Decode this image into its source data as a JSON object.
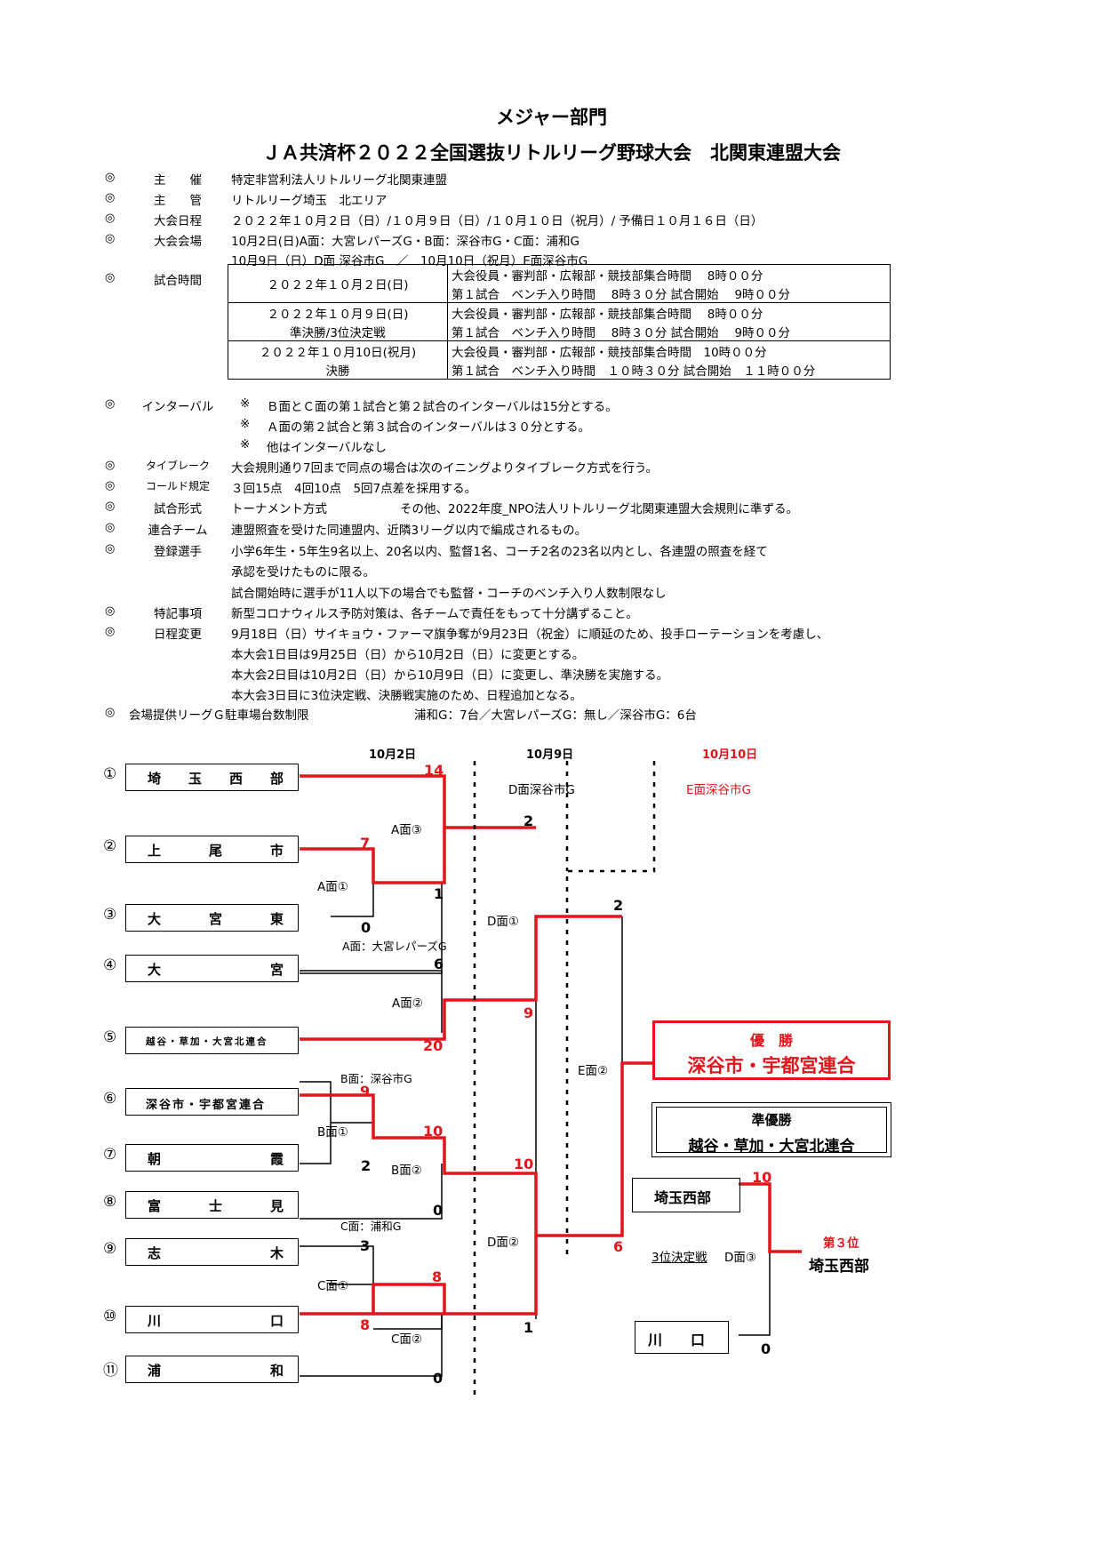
{
  "header": {
    "title": "メジャー部門",
    "subtitle": "ＪＡ共済杯２０２２全国選抜リトルリーグ野球大会　北関東連盟大会"
  },
  "info": {
    "mark": "◎",
    "note_mark": "※",
    "host_label": "主　　催",
    "host": "特定非営利法人リトルリーグ北関東連盟",
    "org_label": "主　　管",
    "org": "リトルリーグ埼玉　北エリア",
    "dates_label": "大会日程",
    "dates": "２０２２年１０月２日（日）/１０月９日（日）/１０月１０日（祝月）/ 予備日１０月１６日（日）",
    "venue_label": "大会会場",
    "venue1": "10月2日(日)A面：大宮レパーズG・B面：深谷市G・C面：浦和G",
    "venue2": "10月9日（日）D面 深谷市G　／　10月10日（祝月）E面深谷市G",
    "time_label": "試合時間",
    "interval_label": "インターバル",
    "interval1": "Ｂ面とＣ面の第１試合と第２試合のインターバルは15分とする。",
    "interval2": "Ａ面の第２試合と第３試合のインターバルは３０分とする。",
    "interval3": "他はインターバルなし",
    "tiebreak_label": "タイブレーク",
    "tiebreak": "大会規則通り7回まで同点の場合は次のイニングよりタイブレーク方式を行う。",
    "called_label": "コールド規定",
    "called": "３回15点　4回10点　5回7点差を採用する。",
    "format_label": "試合形式",
    "format1": "トーナメント方式",
    "format2": "その他、2022年度_NPO法人リトルリーグ北関東連盟大会規則に準ずる。",
    "joint_label": "連合チーム",
    "joint": "連盟照査を受けた同連盟内、近隣3リーグ以内で編成されるもの。",
    "reg_label": "登録選手",
    "reg1": "小学6年生・5年生9名以上、20名以内、監督1名、コーチ2名の23名以内とし、各連盟の照査を経て",
    "reg2": "承認を受けたものに限る。",
    "reg3": "試合開始時に選手が11人以下の場合でも監督・コーチのベンチ入り人数制限なし",
    "special_label": "特記事項",
    "special": "新型コロナウィルス予防対策は、各チームで責任をもって十分講ずること。",
    "change_label": "日程変更",
    "change1": "9月18日（日）サイキョウ・ファーマ旗争奪が9月23日（祝金）に順延のため、投手ローテーションを考慮し、",
    "change2": "本大会1日目は9月25日（日）から10月2日（日）に変更とする。",
    "change3": "本大会2日目は10月2日（日）から10月9日（日）に変更し、準決勝を実施する。",
    "change4": "本大会3日目に3位決定戦、決勝戦実施のため、日程追加となる。",
    "parking_label": "会場提供リーグＧ駐車場台数制限",
    "parking": "浦和G：7台／大宮レパーズG：無し／深谷市G：6台"
  },
  "schedule": [
    {
      "date": "２０２２年１０月２日(日)",
      "sub": "",
      "line1": "大会役員・審判部・広報部・競技部集合時間　 8時００分",
      "line2": "第１試合　ベンチ入り時間　 8時３０分  試合開始　 9時００分"
    },
    {
      "date": "２０２２年１０月９日(日)",
      "sub": "準決勝/3位決定戦",
      "line1": "大会役員・審判部・広報部・競技部集合時間　 8時００分",
      "line2": "第１試合　ベンチ入り時間　 8時３０分  試合開始　 9時００分"
    },
    {
      "date": "２０２２年１０月10日(祝月)",
      "sub": "決勝",
      "line1": "大会役員・審判部・広報部・競技部集合時間　10時００分",
      "line2": "第１試合　ベンチ入り時間　１０時３０分  試合開始　１１時００分"
    }
  ],
  "days": {
    "d1": "10月2日",
    "d2": "10月9日",
    "d3": "10月10日",
    "field_d": "D面深谷市G",
    "field_e": "E面深谷市G"
  },
  "teams": [
    {
      "num": "①",
      "name": "埼玉西部",
      "chars": [
        "埼",
        "玉",
        "西",
        "部"
      ]
    },
    {
      "num": "②",
      "name": "上尾市",
      "chars": [
        "上",
        "尾",
        "市"
      ]
    },
    {
      "num": "③",
      "name": "大宮東",
      "chars": [
        "大",
        "宮",
        "東"
      ]
    },
    {
      "num": "④",
      "name": "大宮",
      "chars": [
        "大",
        "宮"
      ]
    },
    {
      "num": "⑤",
      "name": "越谷・草加・大宮北連合",
      "chars": [
        "越谷・草加・大宮北連合"
      ]
    },
    {
      "num": "⑥",
      "name": "深谷市・宇都宮連合",
      "chars": [
        "深谷市・宇都宮連合"
      ]
    },
    {
      "num": "⑦",
      "name": "朝霞",
      "chars": [
        "朝",
        "霞"
      ]
    },
    {
      "num": "⑧",
      "name": "富士見",
      "chars": [
        "富",
        "士",
        "見"
      ]
    },
    {
      "num": "⑨",
      "name": "志木",
      "chars": [
        "志",
        "木"
      ]
    },
    {
      "num": "⑩",
      "name": "川口",
      "chars": [
        "川",
        "口"
      ]
    },
    {
      "num": "⑪",
      "name": "浦和",
      "chars": [
        "浦",
        "和"
      ]
    }
  ],
  "match_labels": {
    "a1": "A面①",
    "a2": "A面②",
    "a3": "A面③",
    "a_field": "A面：大宮レパーズG",
    "b1": "B面①",
    "b2": "B面②",
    "b_field": "B面：深谷市G",
    "c1": "C面①",
    "c2": "C面②",
    "c_field": "C面：浦和G",
    "d1": "D面①",
    "d2": "D面②",
    "d3": "D面③",
    "e2": "E面②",
    "third_game": "3位決定戦"
  },
  "scores": {
    "s1": "14",
    "s2": "7",
    "s3": "0",
    "a1_loser": "1",
    "a3_loser": "2",
    "s4": "6",
    "s5": "20",
    "a2_win": "9",
    "s6": "9",
    "s7": "2",
    "b2_win": "10",
    "s8": "0",
    "b_final": "10",
    "s9": "3",
    "s10": "8",
    "c2_win": "8",
    "s11": "0",
    "c_loser": "1",
    "d1_score": "2",
    "d2_score": "6",
    "third_top": "10",
    "third_bottom": "0"
  },
  "results": {
    "champion_label": "優　勝",
    "champion": "深谷市・宇都宮連合",
    "runner_label": "準優勝",
    "runner": "越谷・草加・大宮北連合",
    "third_label": "第３位",
    "third": "埼玉西部",
    "third_team_top": "埼玉西部",
    "third_team_bottom": "川　　口"
  },
  "colors": {
    "win_line": "#e4141b",
    "text_red": "#e4141b"
  }
}
